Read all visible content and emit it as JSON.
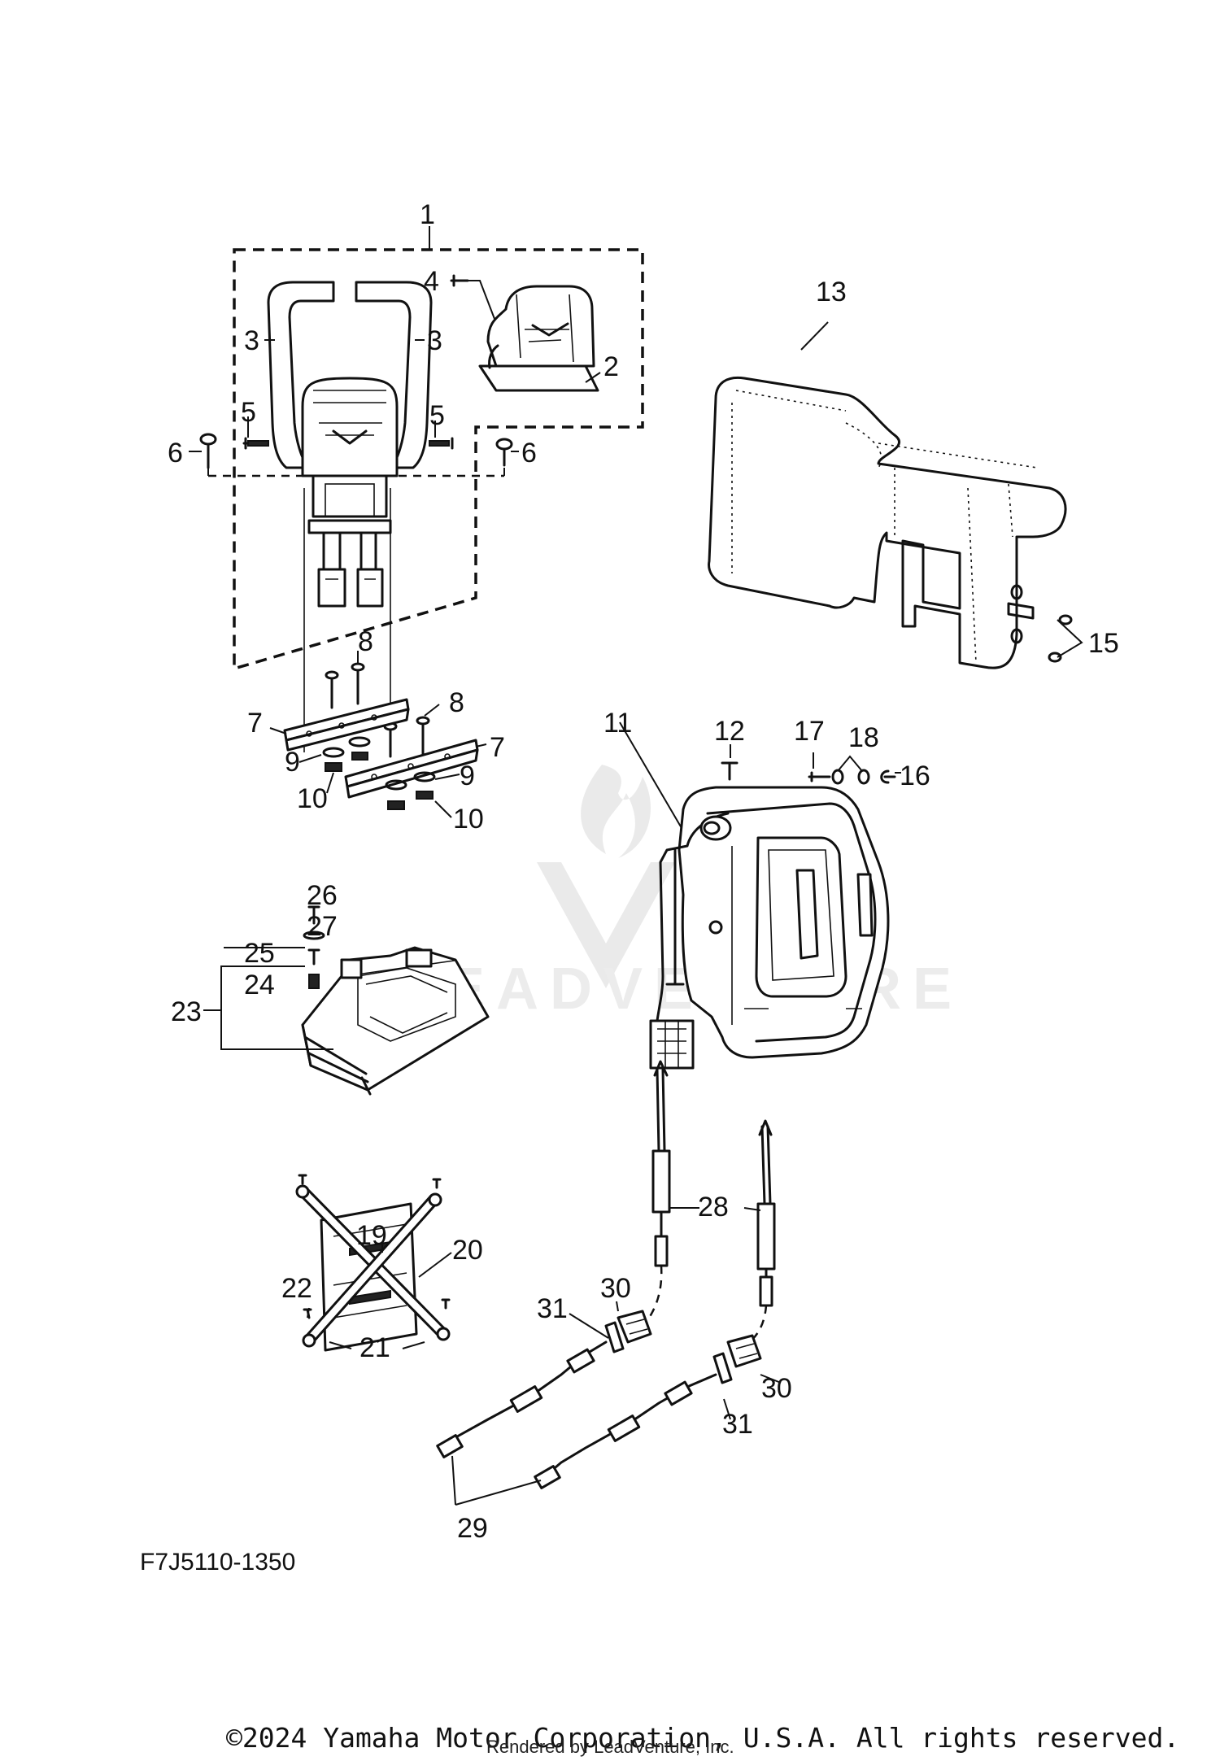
{
  "diagram_code": "F7J5110-1350",
  "copyright": "©2024 Yamaha Motor Corporation, U.S.A. All rights reserved.",
  "rendered_by": "Rendered by LeadVenture, Inc.",
  "watermark": "LEADVENTURE",
  "callouts": [
    {
      "id": "c1",
      "label": "1"
    },
    {
      "id": "c2",
      "label": "2"
    },
    {
      "id": "c3a",
      "label": "3"
    },
    {
      "id": "c3b",
      "label": "3"
    },
    {
      "id": "c4",
      "label": "4"
    },
    {
      "id": "c5a",
      "label": "5"
    },
    {
      "id": "c5b",
      "label": "5"
    },
    {
      "id": "c6a",
      "label": "6"
    },
    {
      "id": "c6b",
      "label": "6"
    },
    {
      "id": "c7a",
      "label": "7"
    },
    {
      "id": "c7b",
      "label": "7"
    },
    {
      "id": "c8a",
      "label": "8"
    },
    {
      "id": "c8b",
      "label": "8"
    },
    {
      "id": "c9a",
      "label": "9"
    },
    {
      "id": "c9b",
      "label": "9"
    },
    {
      "id": "c10a",
      "label": "10"
    },
    {
      "id": "c10b",
      "label": "10"
    },
    {
      "id": "c11",
      "label": "11"
    },
    {
      "id": "c12",
      "label": "12"
    },
    {
      "id": "c13",
      "label": "13"
    },
    {
      "id": "c15",
      "label": "15"
    },
    {
      "id": "c16",
      "label": "16"
    },
    {
      "id": "c17",
      "label": "17"
    },
    {
      "id": "c18",
      "label": "18"
    },
    {
      "id": "c19",
      "label": "19"
    },
    {
      "id": "c20",
      "label": "20"
    },
    {
      "id": "c21",
      "label": "21"
    },
    {
      "id": "c22",
      "label": "22"
    },
    {
      "id": "c23",
      "label": "23"
    },
    {
      "id": "c24",
      "label": "24"
    },
    {
      "id": "c25",
      "label": "25"
    },
    {
      "id": "c26",
      "label": "26"
    },
    {
      "id": "c27",
      "label": "27"
    },
    {
      "id": "c28",
      "label": "28"
    },
    {
      "id": "c29",
      "label": "29"
    },
    {
      "id": "c30a",
      "label": "30"
    },
    {
      "id": "c30b",
      "label": "30"
    },
    {
      "id": "c31a",
      "label": "31"
    },
    {
      "id": "c31b",
      "label": "31"
    }
  ]
}
